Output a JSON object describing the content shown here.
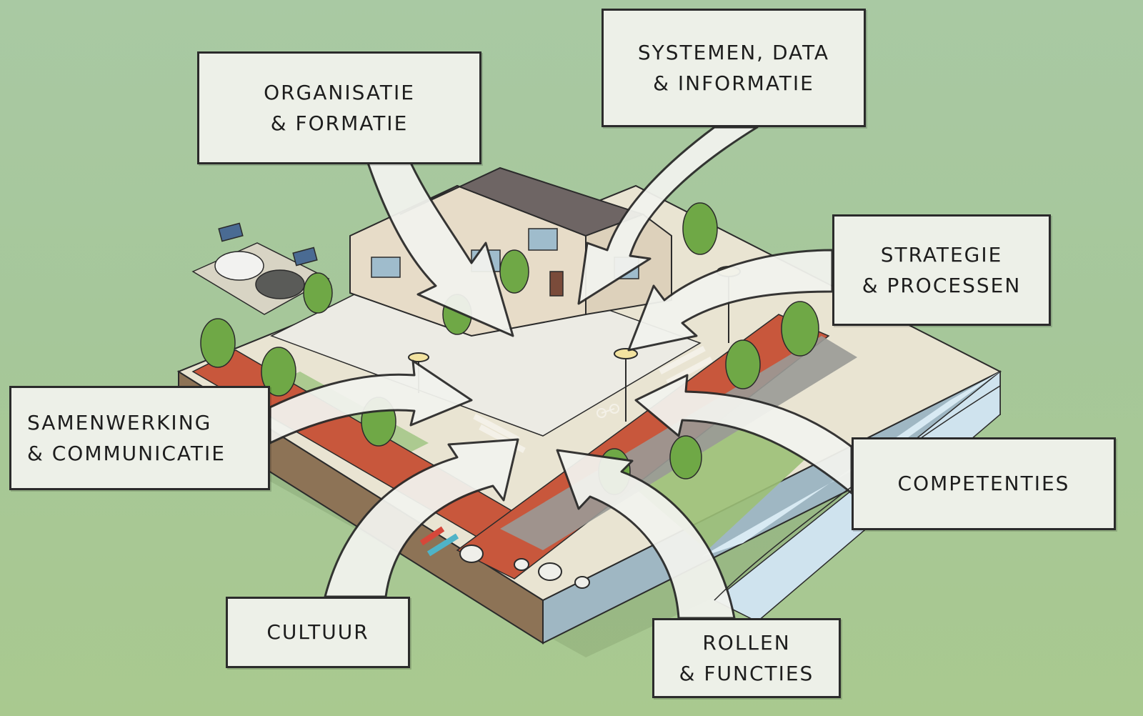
{
  "colors": {
    "background": "#a9c9a3",
    "ground": "#e9e4d2",
    "cycle_path": "#c8573c",
    "water": "#cfe3ee",
    "grass": "#9cc077",
    "tree": "#6fa846",
    "house_wall": "#e7dcc8",
    "roof": "#6e6564",
    "arrow_fill": "#f2f3ee",
    "box_fill": "#edf0e8",
    "outline": "#2b2b2b"
  },
  "labels": {
    "organisatie": {
      "line1": "ORGANISATIE",
      "line2": "& FORMATIE"
    },
    "systemen": {
      "line1": "SYSTEMEN, DATA",
      "line2": "& INFORMATIE"
    },
    "strategie": {
      "line1": "STRATEGIE",
      "line2": "& PROCESSEN"
    },
    "samenwerking": {
      "line1": "SAMENWERKING",
      "line2": "& COMMUNICATIE"
    },
    "competenties": {
      "line1": "COMPETENTIES"
    },
    "cultuur": {
      "line1": "CULTUUR"
    },
    "rollen": {
      "line1": "ROLLEN",
      "line2": "& FUNCTIES"
    }
  },
  "illustration": {
    "description_icons": [
      "house-icon",
      "tree-icon",
      "electric-car-icon",
      "solar-panel-icon",
      "street-lamp-icon",
      "bicycle-icon",
      "pipe-icon",
      "water-icon"
    ]
  }
}
